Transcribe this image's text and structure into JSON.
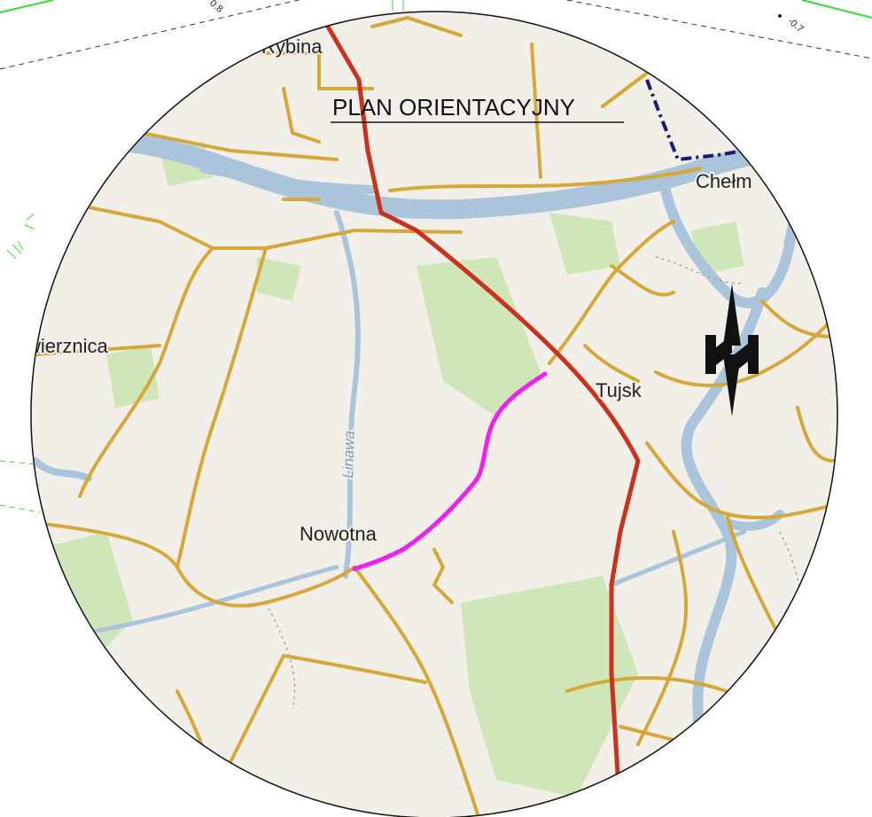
{
  "title": "PLAN ORIENTACYJNY",
  "places": {
    "rybina": "Rybina",
    "chelm": "Chełm",
    "wierznica": "wierznica",
    "tujsk": "Tujsk",
    "nowotna": "Nowotna",
    "linawa": "Linawa"
  },
  "north_arrow": {
    "letter": "N"
  },
  "survey_marks": {
    "mark_a": "0.8",
    "mark_b": "-0.7"
  },
  "colors": {
    "background_map": "#f2efe9",
    "water": "#aac4dc",
    "forest": "#cfe6b8",
    "main_road": "#c8321e",
    "secondary_road": "#d6a83a",
    "highlighted_route": "#ee22ee",
    "boundary": "#1c1c6e",
    "survey_lines": "#33dd33"
  }
}
